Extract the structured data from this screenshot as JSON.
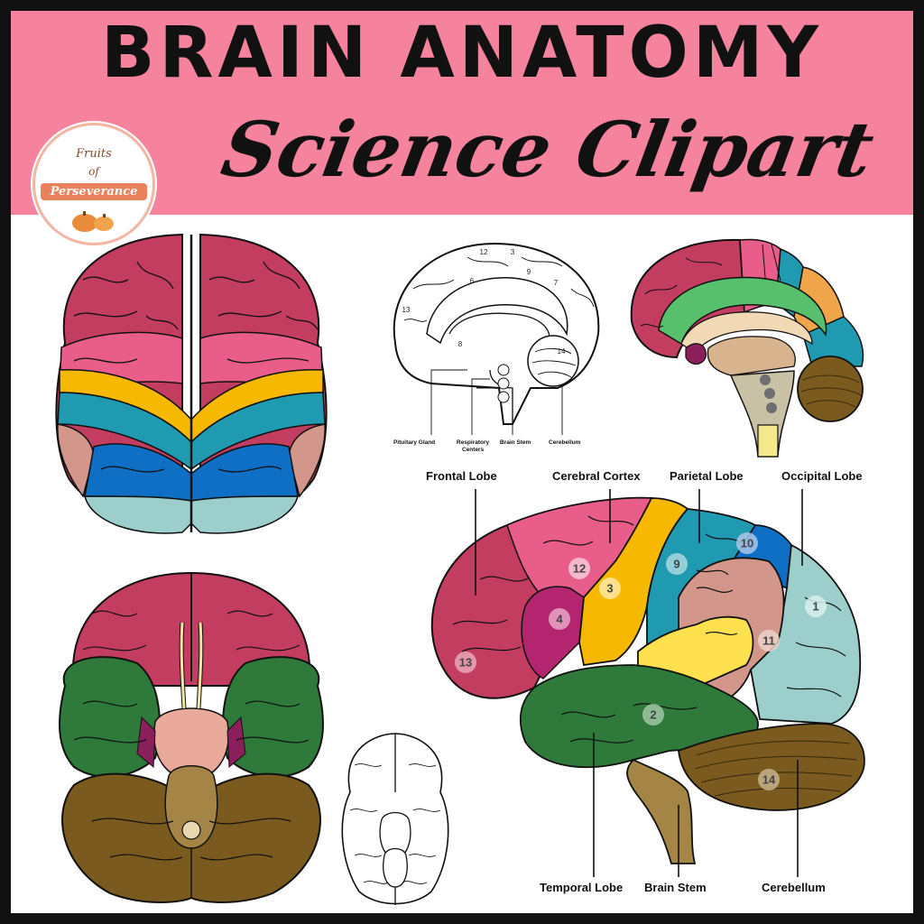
{
  "header": {
    "title": "BRAIN ANATOMY",
    "subtitle": "Science Clipart"
  },
  "logo": {
    "line1": "Fruits",
    "line2": "of",
    "line3": "Perseverance"
  },
  "sagittal_bw": {
    "numbers": [
      "12",
      "3",
      "9",
      "6",
      "7",
      "13",
      "8",
      "14"
    ],
    "labels": {
      "pituitary": "Pituitary Gland",
      "respiratory_1": "Respiratory",
      "respiratory_2": "Centers",
      "brainstem": "Brain Stem",
      "cerebellum": "Cerebellum"
    }
  },
  "lateral": {
    "labels": {
      "frontal": "Frontal Lobe",
      "cortex": "Cerebral Cortex",
      "parietal": "Parietal Lobe",
      "occipital": "Occipital Lobe",
      "temporal": "Temporal Lobe",
      "brainstem": "Brain Stem",
      "cerebellum": "Cerebellum"
    },
    "numbers": {
      "n12": "12",
      "n3": "3",
      "n9": "9",
      "n10": "10",
      "n1": "1",
      "n4": "4",
      "n13": "13",
      "n11": "11",
      "n2": "2",
      "n14": "14"
    }
  },
  "colors": {
    "banner": "#f6839d",
    "frontal": "#c23d5f",
    "premotor": "#e85d8a",
    "motor": "#f6b800",
    "somatosensory": "#1f9ab0",
    "parietal": "#0e6fc4",
    "occipital": "#9ccfcb",
    "temporal": "#d2978a",
    "temporal_green": "#2f7a3a",
    "cerebellum": "#7a5a1e",
    "broca": "#b3256e",
    "wernicke": "#ffe14f"
  }
}
